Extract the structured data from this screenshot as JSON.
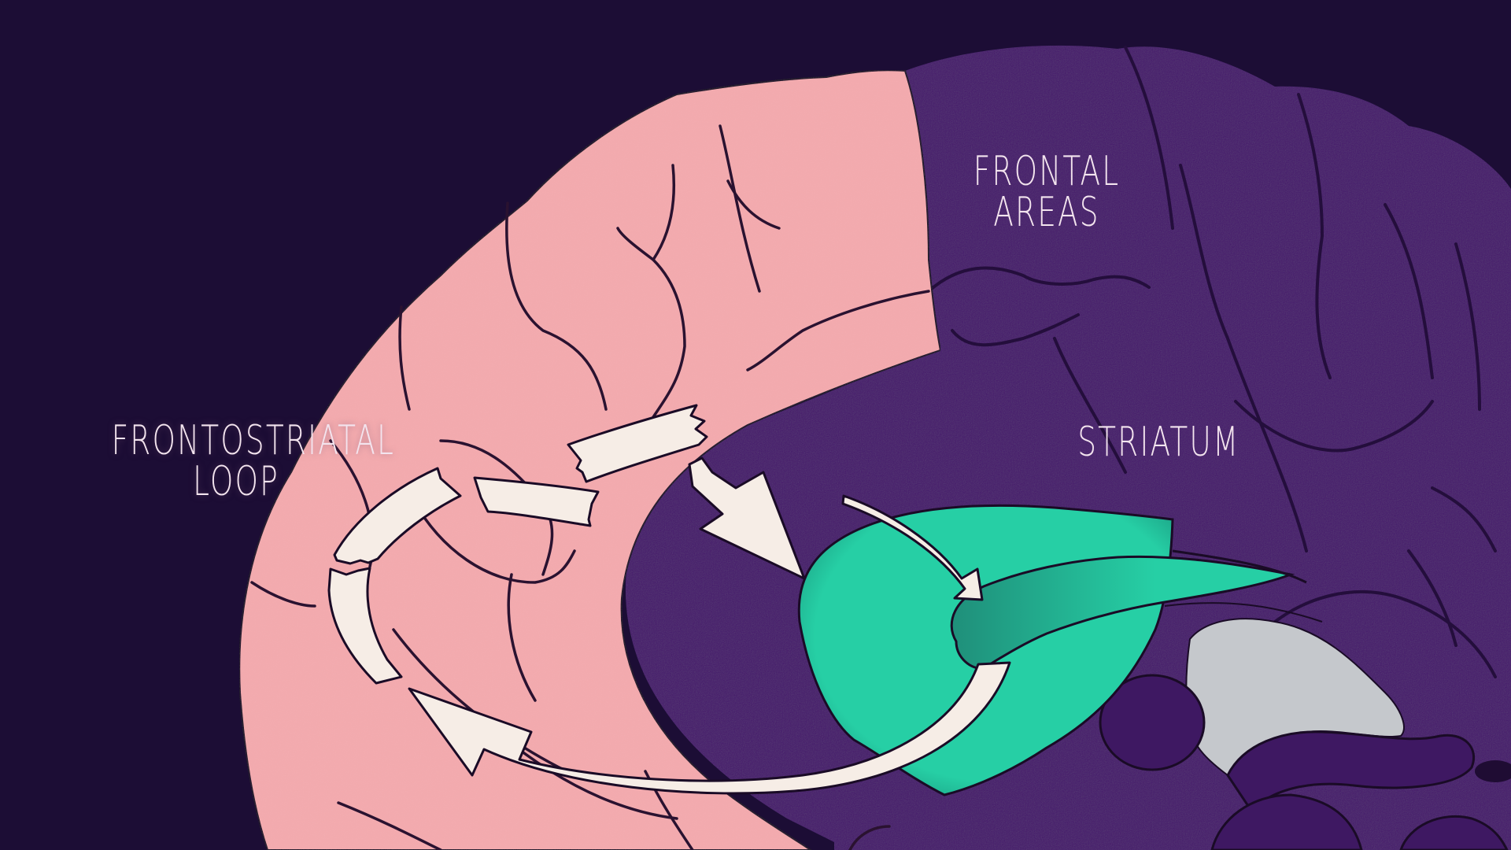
{
  "figure": {
    "title": "Frontostriatal loop illustration",
    "type": "illustrated brain diagram (sagittal view)"
  },
  "labels": {
    "frontal_areas": {
      "line1": "FRONTAL",
      "line2": "AREAS"
    },
    "striatum": "STRIATUM",
    "frontostriatal_loop": {
      "line1": "FRONTOSTRIATAL",
      "line2": "LOOP"
    }
  },
  "regions": [
    {
      "name": "frontal-areas",
      "color": "#f4aaae",
      "description": "pink frontal cortex"
    },
    {
      "name": "rest-of-brain",
      "color": "#461b6c",
      "description": "purple cortex"
    },
    {
      "name": "striatum",
      "color": "#26cfa5",
      "description": "teal striatum"
    },
    {
      "name": "ventricle",
      "color": "#c5c8cc",
      "description": "grey region"
    }
  ],
  "arrows": [
    {
      "name": "frontal-to-striatum-arrow",
      "direction": "frontal areas → striatum",
      "style": "broken/taped"
    },
    {
      "name": "thin-striatum-arrow",
      "direction": "into striatum",
      "style": "thin curved"
    },
    {
      "name": "striatum-to-frontal-arrow",
      "direction": "striatum → frontal areas",
      "style": "broad curved return"
    },
    {
      "name": "loop-tape-segments",
      "direction": "circular loop within frontal areas",
      "style": "broken tape strips"
    }
  ],
  "colors": {
    "background": "#1c0d35",
    "pink_cortex": "#f4aaae",
    "purple_cortex": "#461b6c",
    "teal_striatum": "#26cfa5",
    "grey_region": "#c5c8cc",
    "arrow_fill": "#f6ede6",
    "outline": "#1a0b26",
    "label_text": "#f3e4ee"
  }
}
